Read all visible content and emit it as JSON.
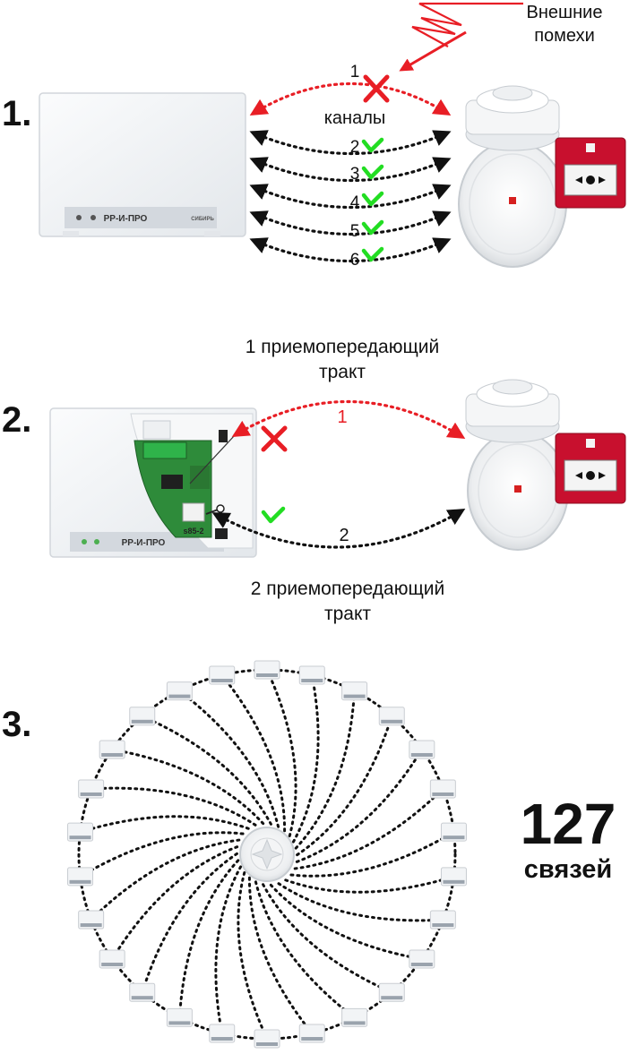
{
  "colors": {
    "red": "#e81e25",
    "green": "#22dd22",
    "dots": "#111111",
    "device_body": "#f1f3f5",
    "device_edge": "#d5d9de",
    "device_strip": "#d6dae0",
    "callpoint": "#c8102e",
    "pcb": "#2e8b3a",
    "terminal": "#2fb34a"
  },
  "section1": {
    "number": "1.",
    "interference_label_line1": "Внешние",
    "interference_label_line2": "помехи",
    "channels_label": "каналы",
    "device_label": "РР-И-ПРО",
    "device_brand": "СИБИРЬ",
    "channels": [
      "1",
      "2",
      "3",
      "4",
      "5",
      "6"
    ],
    "channel_status": [
      "blocked",
      "ok",
      "ok",
      "ok",
      "ok",
      "ok"
    ]
  },
  "section2": {
    "number": "2.",
    "path1_label_line1": "1 приемопередающий",
    "path1_label_line2": "тракт",
    "path2_label_line1": "2 приемопередающий",
    "path2_label_line2": "тракт",
    "path_numbers": [
      "1",
      "2"
    ],
    "path_status": [
      "blocked",
      "ok"
    ],
    "device_label": "РР-И-ПРО",
    "board_label": "s85-2"
  },
  "section3": {
    "number": "3.",
    "count": "127",
    "count_label": "связей",
    "node_count": 26
  },
  "icons": {
    "blocked": "red-cross-icon",
    "ok": "green-check-icon",
    "interference": "lightning-zigzag-icon",
    "detector": "smoke-detector-icon",
    "callpoint": "manual-call-point-icon"
  }
}
